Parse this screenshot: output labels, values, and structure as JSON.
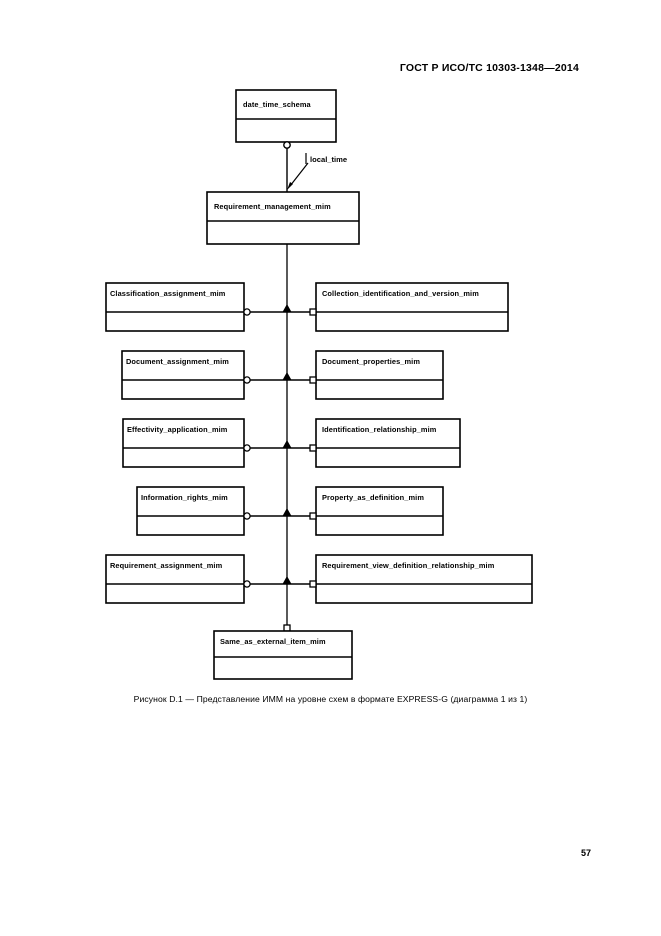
{
  "document": {
    "header": "ГОСТ Р ИСО/ТС 10303-1348—2014",
    "page_number": "57",
    "caption": "Рисунок D.1 — Представление ИММ на уровне схем в формате EXPRESS-G (диаграмма 1 из 1)"
  },
  "diagram": {
    "type": "express-g-schema-level",
    "relationship_label": "local_time",
    "root": {
      "name": "date_time_schema"
    },
    "parent": {
      "name": "Requirement_management_mim"
    },
    "rows": [
      {
        "left": {
          "name": "Classification_assignment_mim",
          "connector": "circle"
        },
        "right": {
          "name": "Collection_identification_and_version_mim",
          "connector": "square"
        }
      },
      {
        "left": {
          "name": "Document_assignment_mim",
          "connector": "circle"
        },
        "right": {
          "name": "Document_properties_mim",
          "connector": "square"
        }
      },
      {
        "left": {
          "name": "Effectivity_application_mim",
          "connector": "circle"
        },
        "right": {
          "name": "Identification_relationship_mim",
          "connector": "square"
        }
      },
      {
        "left": {
          "name": "Information_rights_mim",
          "connector": "circle"
        },
        "right": {
          "name": "Property_as_definition_mim",
          "connector": "square"
        }
      },
      {
        "left": {
          "name": "Requirement_assignment_mim",
          "connector": "circle"
        },
        "right": {
          "name": "Requirement_view_definition_relationship_mim",
          "connector": "square"
        }
      }
    ],
    "bottom": {
      "name": "Same_as_external_item_mim",
      "connector": "square"
    }
  }
}
